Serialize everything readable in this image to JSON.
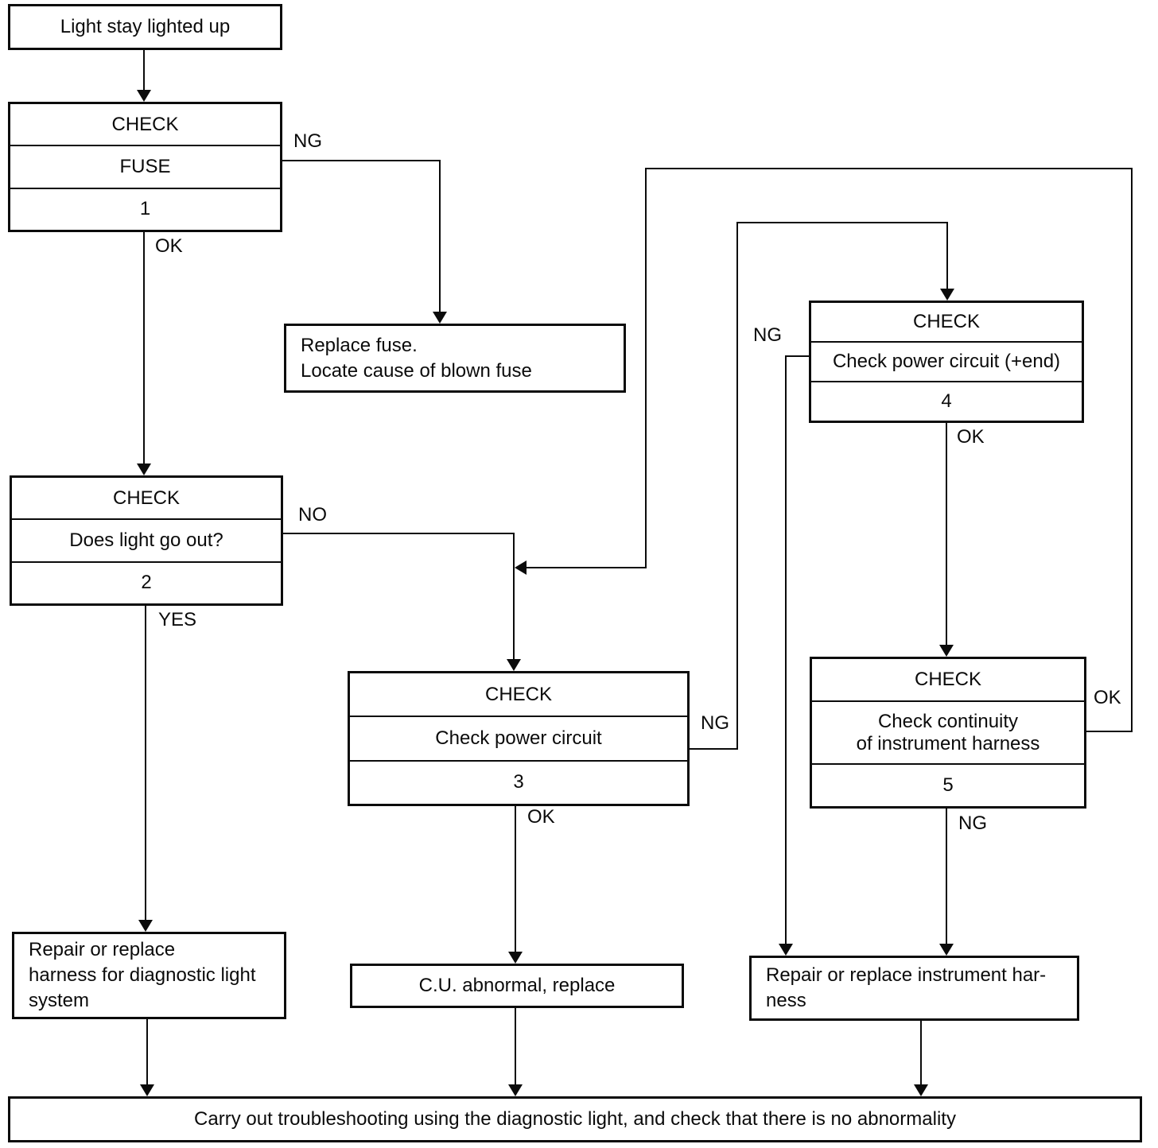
{
  "diagram": {
    "start": "Light stay lighted up",
    "check1": {
      "title": "CHECK",
      "body": "FUSE",
      "step": "1"
    },
    "check2": {
      "title": "CHECK",
      "body": "Does light go out?",
      "step": "2"
    },
    "check3": {
      "title": "CHECK",
      "body": "Check power circuit",
      "step": "3"
    },
    "check4": {
      "title": "CHECK",
      "body": "Check power circuit (+end)",
      "step": "4"
    },
    "check5": {
      "title": "CHECK",
      "body": "Check continuity\nof instrument harness",
      "step": "5"
    },
    "replace_fuse": "Replace fuse.\nLocate cause of blown fuse",
    "repair_diag": "Repair or replace\nharness for diagnostic light\nsystem",
    "cu_abnormal": "C.U. abnormal, replace",
    "repair_instr": "Repair or replace instrument har-\nness",
    "final": "Carry out troubleshooting using the diagnostic light, and check that there is no abnormality"
  },
  "edge_labels": {
    "check1_ng": "NG",
    "check1_ok": "OK",
    "check2_no": "NO",
    "check2_yes": "YES",
    "check3_ng": "NG",
    "check3_ok": "OK",
    "check4_ng": "NG",
    "check4_ok": "OK",
    "check5_ng": "NG",
    "check5_ok": "OK"
  },
  "colors": {
    "ink": "#0b0b0b",
    "paper": "#ffffff"
  }
}
